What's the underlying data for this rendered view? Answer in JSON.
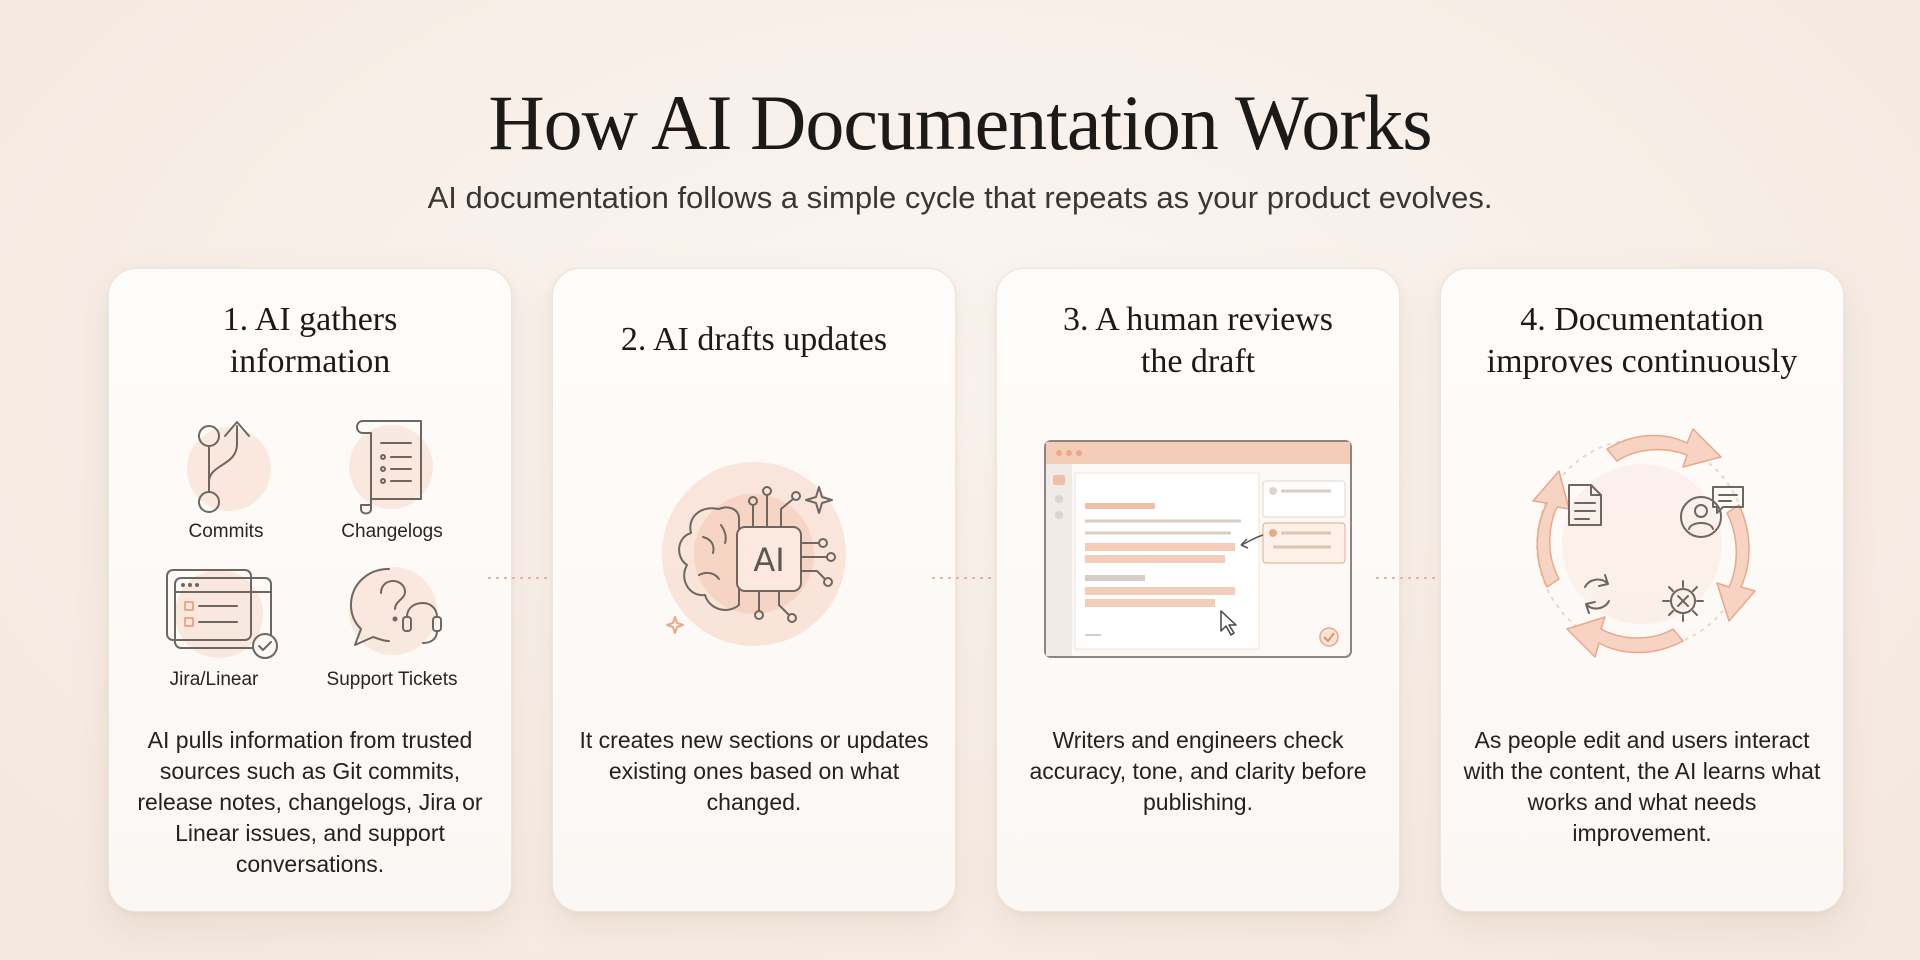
{
  "header": {
    "title": "How AI Documentation Works",
    "subtitle": "AI documentation follows a simple cycle that repeats as your product evolves."
  },
  "steps": [
    {
      "title_line1": "1. AI gathers",
      "title_line2": "information",
      "sources": [
        "Commits",
        "Changelogs",
        "Jira/Linear",
        "Support Tickets"
      ],
      "description": "AI pulls information from trusted sources such as Git commits, release notes, changelogs, Jira or Linear issues, and support conversations."
    },
    {
      "title_line1": "2. AI drafts updates",
      "icon_text": "AI",
      "description": "It creates new sections or updates existing ones based on what changed."
    },
    {
      "title_line1": "3. A human reviews",
      "title_line2": "the draft",
      "description": "Writers and engineers check accuracy, tone, and clarity before publishing."
    },
    {
      "title_line1": "4. Documentation",
      "title_line2": "improves continuously",
      "description": "As people edit and users interact with the content, the AI learns what works and what needs improvement."
    }
  ],
  "colors": {
    "accent": "#e8a98a",
    "accent_fill": "#f6d3c2",
    "line": "#6e6661",
    "background": "#f8f0ea"
  }
}
